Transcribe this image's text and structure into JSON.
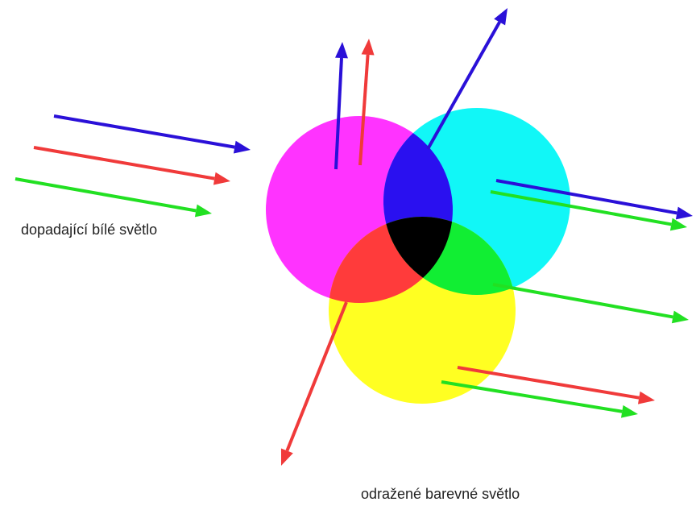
{
  "labels": {
    "incident_light": "dopadající bílé světlo",
    "reflected_light": "odražené barevné světlo"
  },
  "colors": {
    "magenta_filter": "#ff33ff",
    "cyan_filter": "#11f7f7",
    "yellow_filter": "#ffff22",
    "magenta_cyan_overlap": "#2a10f0",
    "magenta_yellow_overlap": "#ff3b3b",
    "cyan_yellow_overlap": "#11ee33",
    "all_overlap": "#000000",
    "blue_ray": "#2a10d8",
    "red_ray": "#f03a3a",
    "green_ray": "#22e022"
  },
  "filters": [
    "magenta",
    "cyan",
    "yellow"
  ]
}
